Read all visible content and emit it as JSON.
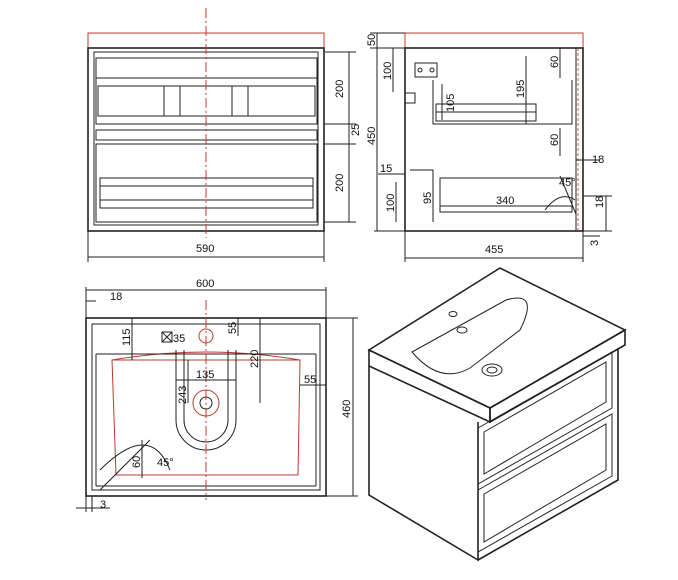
{
  "views": {
    "front": {
      "width": "590",
      "upper_height": "200",
      "gap": "25",
      "lower_height": "200"
    },
    "side": {
      "top_thickness": "50",
      "inner_top": "100",
      "small_top": "60",
      "sink_depth": "105",
      "drawer_depth": "195",
      "total_height": "450",
      "back_mid": "60",
      "panel_thickness": "18",
      "handle_depth": "15",
      "lower_box": "100",
      "lower_inner": "95",
      "inner_width": "340",
      "angle": "45°",
      "foot": "18",
      "bottom_gap": "3",
      "depth": "455"
    },
    "top": {
      "width": "600",
      "edge": "18",
      "tap_offset": "115",
      "hole_dia": "35",
      "hole_offset": "55",
      "trap_width": "135",
      "trap_depth": "220",
      "drain_dia": "243",
      "side_offset": "55",
      "depth": "460",
      "corner_60": "60",
      "angle": "45°",
      "bottom_gap": "3"
    }
  }
}
